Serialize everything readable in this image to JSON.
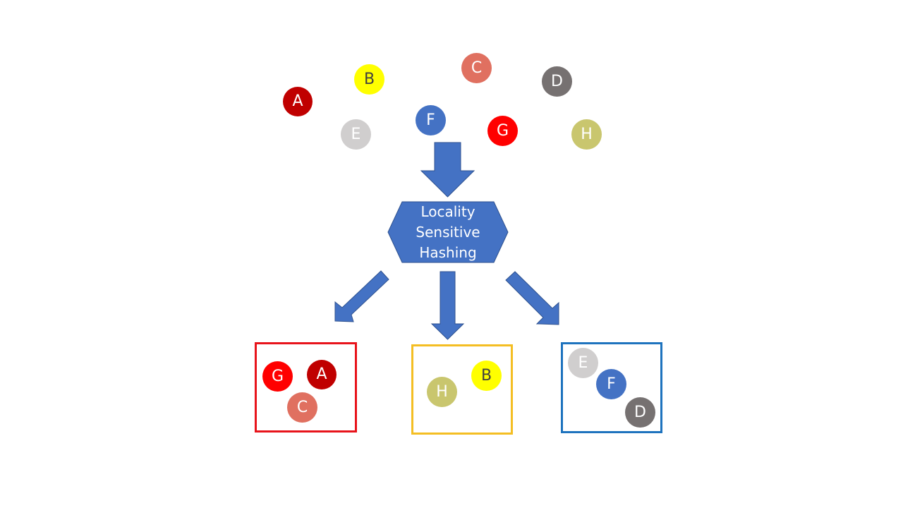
{
  "title": "",
  "colors": {
    "arrow": "#4472C4",
    "arrow_stroke": "#2F528F",
    "hexagon": "#4472C4",
    "bucket_red": "#E8141B",
    "bucket_yellow": "#F4BE23",
    "bucket_blue": "#1E73BE"
  },
  "items": {
    "A": {
      "label": "A",
      "fill": "#C00000",
      "text_color": "#FFFFFF"
    },
    "B": {
      "label": "B",
      "fill": "#FFFF00",
      "text_color": "#404040"
    },
    "C": {
      "label": "C",
      "fill": "#E07060",
      "text_color": "#FFFFFF"
    },
    "D": {
      "label": "D",
      "fill": "#767171",
      "text_color": "#FFFFFF"
    },
    "E": {
      "label": "E",
      "fill": "#D0CECE",
      "text_color": "#FFFFFF"
    },
    "F": {
      "label": "F",
      "fill": "#4472C4",
      "text_color": "#FFFFFF"
    },
    "G": {
      "label": "G",
      "fill": "#FF0000",
      "text_color": "#FFFFFF"
    },
    "H": {
      "label": "H",
      "fill": "#C9C66E",
      "text_color": "#FFFFFF"
    }
  },
  "hash_function": {
    "lines": [
      "Locality",
      "Sensitive",
      "Hashing"
    ]
  },
  "buckets": [
    {
      "name": "red",
      "items": [
        "G",
        "A",
        "C"
      ]
    },
    {
      "name": "yellow",
      "items": [
        "H",
        "B"
      ]
    },
    {
      "name": "blue",
      "items": [
        "E",
        "F",
        "D"
      ]
    }
  ]
}
